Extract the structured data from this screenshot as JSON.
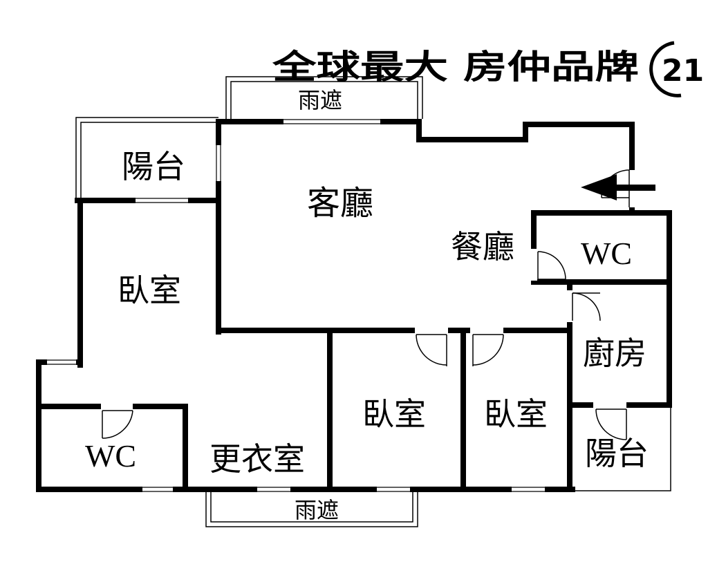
{
  "header": {
    "slogan": "全球最大 房仲品牌",
    "logo_number": "21"
  },
  "rooms": {
    "canopy_top": "雨遮",
    "balcony_left": "陽台",
    "living_room": "客廳",
    "dining_room": "餐廳",
    "wc_top": "WC",
    "bedroom_master": "臥室",
    "kitchen": "廚房",
    "bedroom_middle": "臥室",
    "bedroom_right": "臥室",
    "wc_bottom": "WC",
    "walk_in_closet": "更衣室",
    "balcony_right": "陽台",
    "canopy_bottom": "雨遮"
  },
  "icons": {
    "entrance": "entrance-arrow-icon",
    "logo": "century21-logo-icon",
    "door": "door-swing-icon"
  },
  "colors": {
    "wall": "#000000",
    "background": "#ffffff"
  }
}
